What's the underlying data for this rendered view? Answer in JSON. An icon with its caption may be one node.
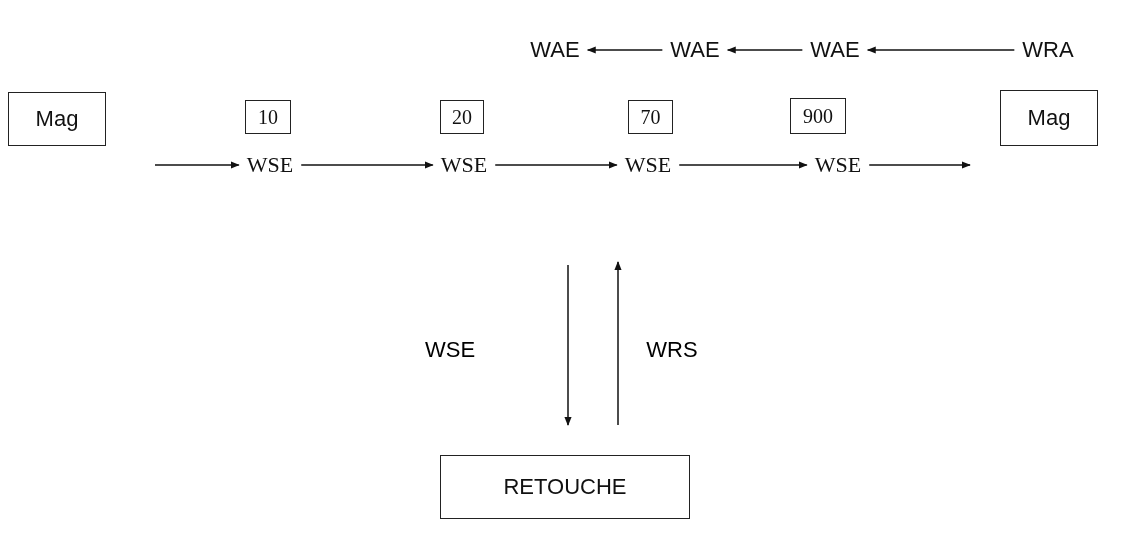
{
  "diagram": {
    "nodes": [
      {
        "text": [
          "WAE"
        ]
      },
      {
        "text": [
          "WAE"
        ]
      },
      {
        "text": [
          "WAE"
        ]
      },
      {
        "text": [
          "WRA"
        ]
      },
      {
        "text": [
          "Mag"
        ]
      },
      {
        "text": [
          "10"
        ]
      },
      {
        "text": [
          "20"
        ]
      },
      {
        "text": [
          "70"
        ]
      },
      {
        "text": [
          "900"
        ]
      },
      {
        "text": [
          "Mag"
        ]
      },
      {
        "text": [
          "WSE"
        ]
      },
      {
        "text": [
          "WSE"
        ]
      },
      {
        "text": [
          "WSE"
        ]
      },
      {
        "text": [
          "WSE"
        ]
      },
      {
        "text": [
          "RETOUCHE"
        ]
      }
    ],
    "edges": [
      {
        "from": 3,
        "to": 2,
        "arrow": "to"
      },
      {
        "from": 2,
        "to": 1,
        "arrow": "to"
      },
      {
        "from": 1,
        "to": 0,
        "arrow": "to"
      },
      {
        "from": null,
        "to": 10,
        "arrow": "to"
      },
      {
        "from": 10,
        "to": 11,
        "arrow": "to"
      },
      {
        "from": 11,
        "to": 12,
        "arrow": "to"
      },
      {
        "from": 12,
        "to": 13,
        "arrow": "to"
      },
      {
        "from": 13,
        "to": null,
        "arrow": "to"
      },
      {
        "from": null,
        "to": 14,
        "label": "WSE",
        "arrow": "to"
      },
      {
        "from": 14,
        "to": null,
        "label": "WRS",
        "arrow": "to"
      }
    ]
  }
}
